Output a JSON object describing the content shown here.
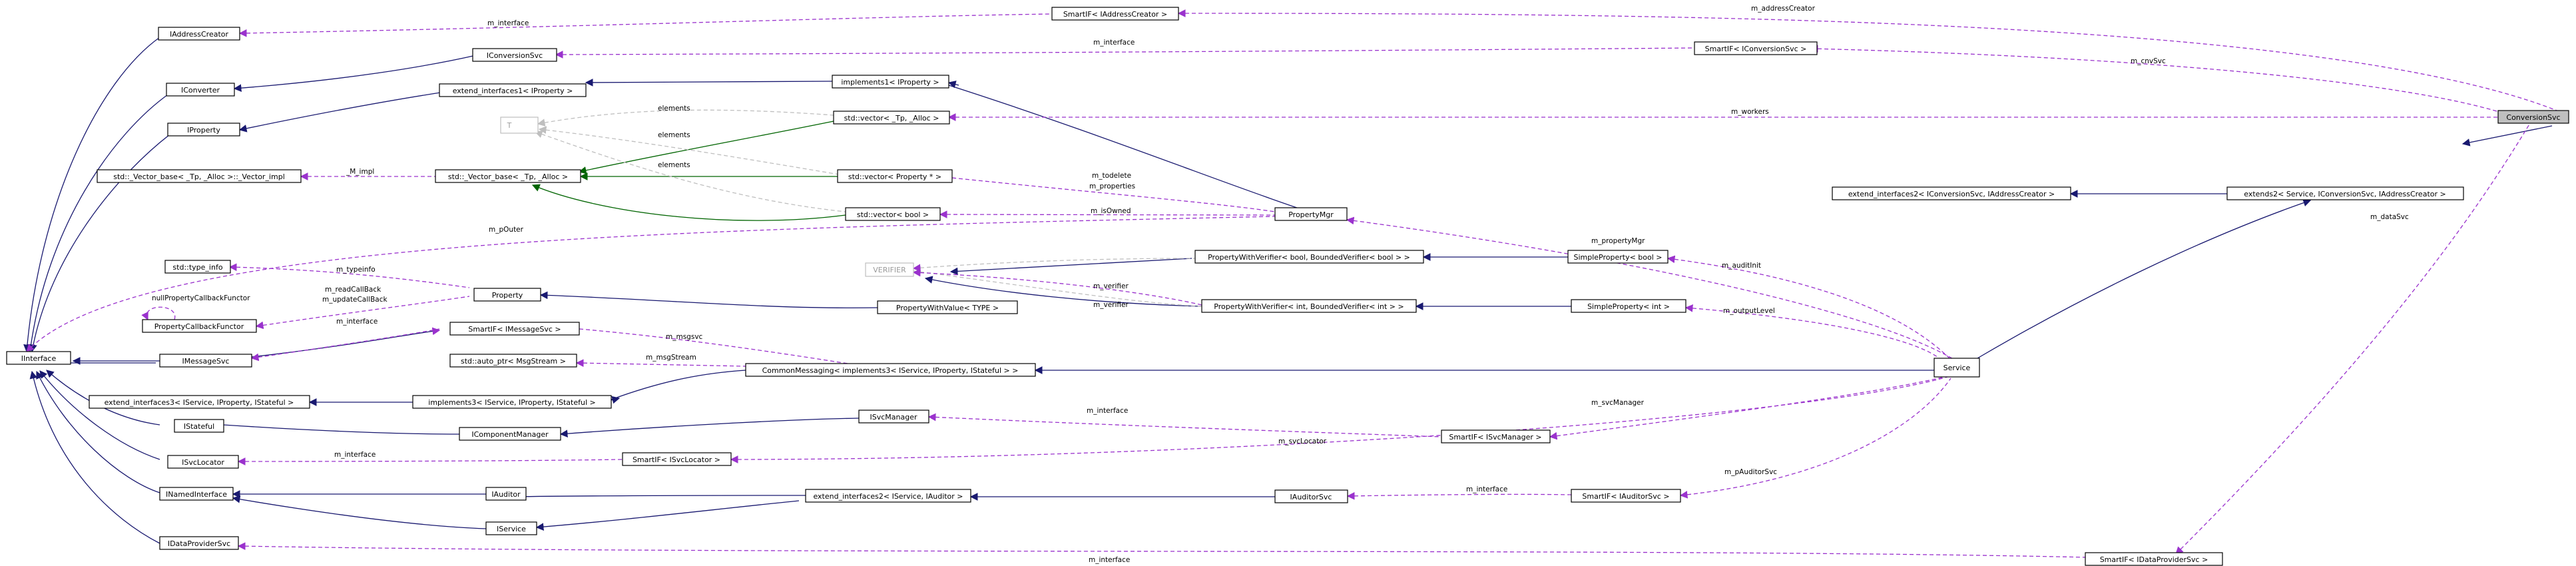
{
  "nodes": {
    "conversion_svc": "ConversionSvc",
    "smartif_address_creator": "SmartIF< IAddressCreator >",
    "smartif_conversion_svc": "SmartIF< IConversionSvc >",
    "iaddress_creator": "IAddressCreator",
    "iconversion_svc": "IConversionSvc",
    "iconverter": "IConverter",
    "extend_interfaces1": "extend_interfaces1< IProperty >",
    "implements1": "implements1< IProperty >",
    "iproperty": "IProperty",
    "t": "T",
    "vector_tp_alloc": "std::vector< _Tp, _Alloc >",
    "vector_base_impl": "std::_Vector_base< _Tp, _Alloc >::_Vector_impl",
    "vector_base": "std::_Vector_base< _Tp, _Alloc >",
    "vector_property": "std::vector< Property * >",
    "vector_bool": "std::vector< bool >",
    "property_mgr": "PropertyMgr",
    "extend_interfaces2_conv": "extend_interfaces2< IConversionSvc, IAddressCreator >",
    "extends2": "extends2< Service, IConversionSvc, IAddressCreator >",
    "type_info": "std::type_info",
    "property": "Property",
    "property_callback_functor": "PropertyCallbackFunctor",
    "verifier": "VERIFIER",
    "property_with_value": "PropertyWithValue< TYPE >",
    "pwv_bool": "PropertyWithVerifier< bool, BoundedVerifier< bool > >",
    "simple_property_bool": "SimpleProperty< bool >",
    "pwv_int": "PropertyWithVerifier< int, BoundedVerifier< int > >",
    "simple_property_int": "SimpleProperty< int >",
    "interface": "IInterface",
    "imessage_svc": "IMessageSvc",
    "smartif_message_svc": "SmartIF< IMessageSvc >",
    "auto_ptr_msg_stream": "std::auto_ptr< MsgStream >",
    "common_messaging": "CommonMessaging< implements3< IService, IProperty, IStateful > >",
    "extend_interfaces3": "extend_interfaces3< IService, IProperty, IStateful >",
    "implements3": "implements3< IService, IProperty, IStateful >",
    "service": "Service",
    "istateful": "IStateful",
    "icomponent_manager": "IComponentManager",
    "isvc_manager": "ISvcManager",
    "smartif_svc_manager": "SmartIF< ISvcManager >",
    "isvc_locator": "ISvcLocator",
    "smartif_svc_locator": "SmartIF< ISvcLocator >",
    "smartif_data_provider_svc": "SmartIF< IDataProviderSvc >",
    "inamed_interface": "INamedInterface",
    "iauditor": "IAuditor",
    "extend_interfaces2_svc": "extend_interfaces2< IService, IAuditor >",
    "iauditor_svc": "IAuditorSvc",
    "smartif_auditor_svc": "SmartIF< IAuditorSvc >",
    "iservice": "IService",
    "idata_provider_svc": "IDataProviderSvc"
  },
  "edge_labels": {
    "m_address_creator": "m_addressCreator",
    "m_interface_address": "m_interface",
    "m_interface_conversion": "m_interface",
    "m_cnv_svc": "m_cnvSvc",
    "elements_1": "elements",
    "elements_2": "elements",
    "elements_3": "elements",
    "m_workers": "m_workers",
    "m_impl": "_M_impl",
    "m_todelete": "m_todelete",
    "m_properties": "m_properties",
    "m_is_owned": "m_isOwned",
    "m_p_outer": "m_pOuter",
    "m_data_svc": "m_dataSvc",
    "m_property_mgr": "m_propertyMgr",
    "m_typeinfo": "m_typeinfo",
    "null_property_callback_functor": "nullPropertyCallbackFunctor",
    "m_read_callback": "m_readCallBack",
    "m_update_callback": "m_updateCallBack",
    "m_verifier_1": "m_verifier",
    "m_verifier_2": "m_verifier",
    "m_audit_init": "m_auditInit",
    "m_interface_message": "m_interface",
    "m_msgsvc": "m_msgsvc",
    "m_output_level": "m_outputLevel",
    "m_msg_stream": "m_msgStream",
    "m_svc_manager": "m_svcManager",
    "m_interface_svc_manager": "m_interface",
    "m_svc_locator": "m_svcLocator",
    "m_interface_svc_locator": "m_interface",
    "m_p_auditor_svc": "m_pAuditorSvc",
    "m_interface_auditor": "m_interface",
    "m_interface_data_provider": "m_interface"
  },
  "colors": {
    "inheritance": "#191970",
    "usage": "#9a32cd",
    "template": "#bfbfbf",
    "template_instance": "#006400",
    "focus_fill": "#bfbfbf"
  }
}
